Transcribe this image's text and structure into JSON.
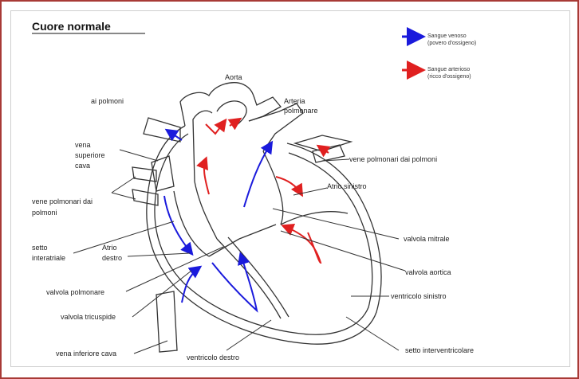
{
  "title": "Cuore normale",
  "legend": {
    "venous": {
      "line1": "Sangue venoso",
      "line2": "(povero d'ossigeno)",
      "color": "#1a1adc"
    },
    "arterial": {
      "line1": "Sangue arterioso",
      "line2": "(ricco d'ossigeno)",
      "color": "#e02020"
    }
  },
  "labels": {
    "aorta": "Aorta",
    "ai_polmoni": "ai polmoni",
    "arteria_polmonare_1": "Arteria",
    "arteria_polmonare_2": "polmonare",
    "vena_superiore_1": "vena",
    "vena_superiore_2": "superiore",
    "vena_superiore_3": "cava",
    "vene_polmonari_destra": "vene polmonari dai polmoni",
    "atrio_sinistro": "Atrio sinistro",
    "vene_polmonari_sinistra_1": "vene polmonari dai",
    "vene_polmonari_sinistra_2": "polmoni",
    "setto_interatriale_1": "setto",
    "setto_interatriale_2": "interatriale",
    "atrio_destro_1": "Atrio",
    "atrio_destro_2": "destro",
    "valvola_mitrale": "valvola mitrale",
    "valvola_aortica": "valvola aortica",
    "valvola_polmonare": "valvola polmonare",
    "ventricolo_sinistro": "ventricolo sinistro",
    "valvola_tricuspide": "valvola tricuspide",
    "vena_inferiore_cava": "vena inferiore cava",
    "ventricolo_destro": "ventricolo destro",
    "setto_interventricolare": "setto interventricolare"
  }
}
